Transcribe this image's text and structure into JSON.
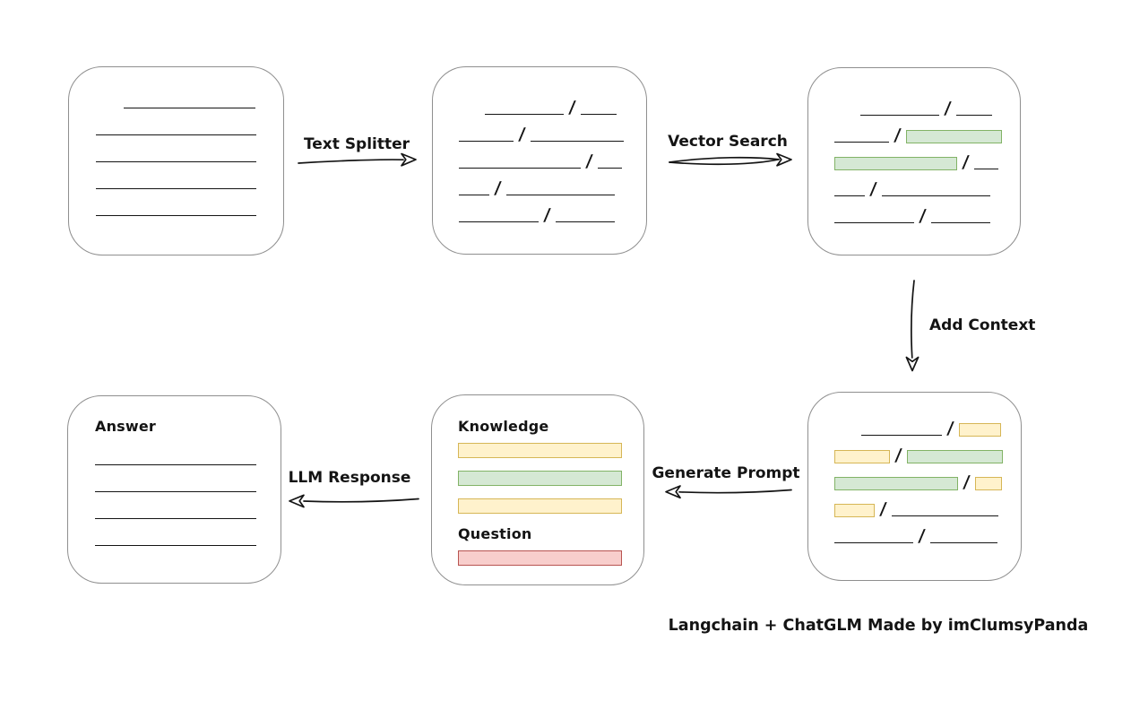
{
  "colors": {
    "ink": "#141414",
    "node_border": "#8f8f8f",
    "green_fill": "#d5e8d4",
    "green_border": "#82b366",
    "yellow_fill": "#fff2cc",
    "yellow_border": "#d6b656",
    "red_fill": "#f8cecc",
    "red_border": "#b85450"
  },
  "arrows": {
    "text_splitter": {
      "label": "Text Splitter",
      "direction": "right"
    },
    "vector_search": {
      "label": "Vector Search",
      "direction": "right"
    },
    "add_context": {
      "label": "Add Context",
      "direction": "down"
    },
    "generate_prompt": {
      "label": "Generate Prompt",
      "direction": "left"
    },
    "llm_response": {
      "label": "LLM Response",
      "direction": "left"
    }
  },
  "nodes": {
    "document": {
      "lines": [
        {
          "indent": 31,
          "w": 147
        },
        {
          "indent": 0,
          "w": 179
        },
        {
          "indent": 0,
          "w": 179
        },
        {
          "indent": 0,
          "w": 179
        },
        {
          "indent": 0,
          "w": 179
        }
      ]
    },
    "split_text": {
      "rows": [
        {
          "indent": 29,
          "segs": [
            {
              "t": "line",
              "w": 88
            },
            {
              "t": "slash"
            },
            {
              "t": "line",
              "w": 40
            }
          ]
        },
        {
          "indent": 0,
          "segs": [
            {
              "t": "line",
              "w": 61
            },
            {
              "t": "slash"
            },
            {
              "t": "line",
              "w": 104
            }
          ]
        },
        {
          "indent": 0,
          "segs": [
            {
              "t": "line",
              "w": 136
            },
            {
              "t": "slash"
            },
            {
              "t": "line",
              "w": 27
            }
          ]
        },
        {
          "indent": 0,
          "segs": [
            {
              "t": "line",
              "w": 34
            },
            {
              "t": "slash"
            },
            {
              "t": "line",
              "w": 121
            }
          ]
        },
        {
          "indent": 0,
          "segs": [
            {
              "t": "line",
              "w": 89
            },
            {
              "t": "slash"
            },
            {
              "t": "line",
              "w": 66
            }
          ]
        }
      ]
    },
    "vector_matches": {
      "rows": [
        {
          "indent": 29,
          "segs": [
            {
              "t": "line",
              "w": 88
            },
            {
              "t": "slash"
            },
            {
              "t": "line",
              "w": 40
            }
          ]
        },
        {
          "indent": 0,
          "segs": [
            {
              "t": "line",
              "w": 61
            },
            {
              "t": "slash"
            },
            {
              "t": "green",
              "w": 107
            }
          ]
        },
        {
          "indent": 0,
          "segs": [
            {
              "t": "green",
              "w": 137
            },
            {
              "t": "slash"
            },
            {
              "t": "line",
              "w": 27
            }
          ]
        },
        {
          "indent": 0,
          "segs": [
            {
              "t": "line",
              "w": 34
            },
            {
              "t": "slash"
            },
            {
              "t": "line",
              "w": 121
            }
          ]
        },
        {
          "indent": 0,
          "segs": [
            {
              "t": "line",
              "w": 89
            },
            {
              "t": "slash"
            },
            {
              "t": "line",
              "w": 66
            }
          ]
        }
      ]
    },
    "context_chunks": {
      "rows": [
        {
          "indent": 30,
          "segs": [
            {
              "t": "line",
              "w": 90
            },
            {
              "t": "slash"
            },
            {
              "t": "yellow",
              "w": 47
            }
          ]
        },
        {
          "indent": 0,
          "segs": [
            {
              "t": "yellow",
              "w": 62
            },
            {
              "t": "slash"
            },
            {
              "t": "green",
              "w": 107
            }
          ]
        },
        {
          "indent": 0,
          "segs": [
            {
              "t": "green",
              "w": 138
            },
            {
              "t": "slash"
            },
            {
              "t": "yellow",
              "w": 30
            }
          ]
        },
        {
          "indent": 0,
          "segs": [
            {
              "t": "yellow",
              "w": 45
            },
            {
              "t": "slash"
            },
            {
              "t": "line",
              "w": 119
            }
          ]
        },
        {
          "indent": 0,
          "segs": [
            {
              "t": "line",
              "w": 88
            },
            {
              "t": "slash"
            },
            {
              "t": "line",
              "w": 75
            }
          ]
        }
      ]
    },
    "prompt": {
      "knowledge_label": "Knowledge",
      "question_label": "Question",
      "knowledge_bars": [
        {
          "color": "yellow"
        },
        {
          "color": "green"
        },
        {
          "color": "yellow"
        }
      ],
      "question_bars": [
        {
          "color": "red"
        }
      ]
    },
    "answer": {
      "label": "Answer",
      "lines": [
        {
          "indent": 0,
          "w": 180
        },
        {
          "indent": 0,
          "w": 180
        },
        {
          "indent": 0,
          "w": 180
        },
        {
          "indent": 0,
          "w": 180
        }
      ]
    }
  },
  "footer": {
    "credit": "Langchain + ChatGLM Made by imClumsyPanda"
  }
}
